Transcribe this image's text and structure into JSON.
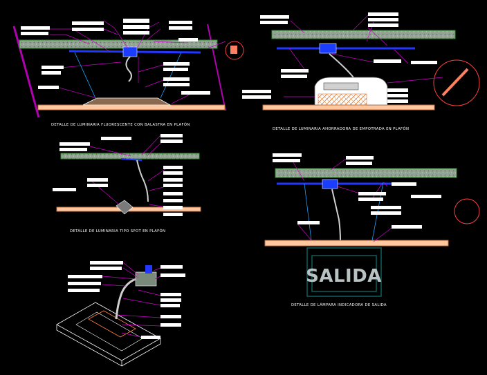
{
  "captions": {
    "fluorescent": "DETALLE DE LUMINARIA FLUORESCENTE CON BALASTRA EN PLAFÓN",
    "recessed": "DETALLE DE LUMINARIA AHORRADORA DE EMPOTRADA EN PLAFÓN",
    "spot": "DETALLE DE LUMINARIA TIPO SPOT EN PLAFÓN",
    "exit_sign": "DETALLE DE LÁMPARA INDICADORA DE SALIDA"
  },
  "sign_text": "SALIDA",
  "colors": {
    "background": "#000000",
    "slab_fill": "#9fae9f",
    "slab_border": "#2a8f2a",
    "ceiling_fill": "#ffc8a0",
    "ceiling_border": "#c06a3a",
    "conduit": "#2437ff",
    "leader": "#d000d0",
    "suspension_wire": "#1aa3ff",
    "sign_frame": "#0e6060",
    "label_block": "#ffffff"
  }
}
